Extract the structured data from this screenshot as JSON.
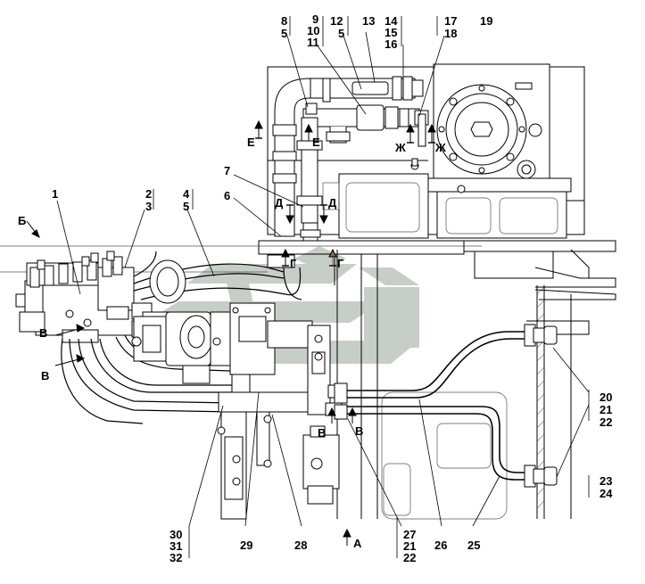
{
  "watermark": {
    "color": "#9aa79a",
    "opacity": 0.55
  },
  "callouts": {
    "n1": "1",
    "n2_3": [
      "2",
      "3"
    ],
    "n4_5": [
      "4",
      "5"
    ],
    "n6": "6",
    "n7": "7",
    "n8_5": [
      "8",
      "5"
    ],
    "n9_11": [
      "9",
      "10",
      "11"
    ],
    "n12_5": [
      "12",
      "5"
    ],
    "n13": "13",
    "n14_16": [
      "14",
      "15",
      "16"
    ],
    "n17_18": [
      "17",
      "18"
    ],
    "n19": "19",
    "n20_22": [
      "20",
      "21",
      "22"
    ],
    "n23_24": [
      "23",
      "24"
    ],
    "n25": "25",
    "n26": "26",
    "n27_22": [
      "27",
      "21",
      "22"
    ],
    "n28": "28",
    "n29": "29",
    "n30_32": [
      "30",
      "31",
      "32"
    ]
  },
  "section_marks": {
    "A": "А",
    "B_view": "Б",
    "V": "В",
    "G": "Г",
    "D": "Д",
    "E": "Е",
    "Zh": "Ж"
  }
}
